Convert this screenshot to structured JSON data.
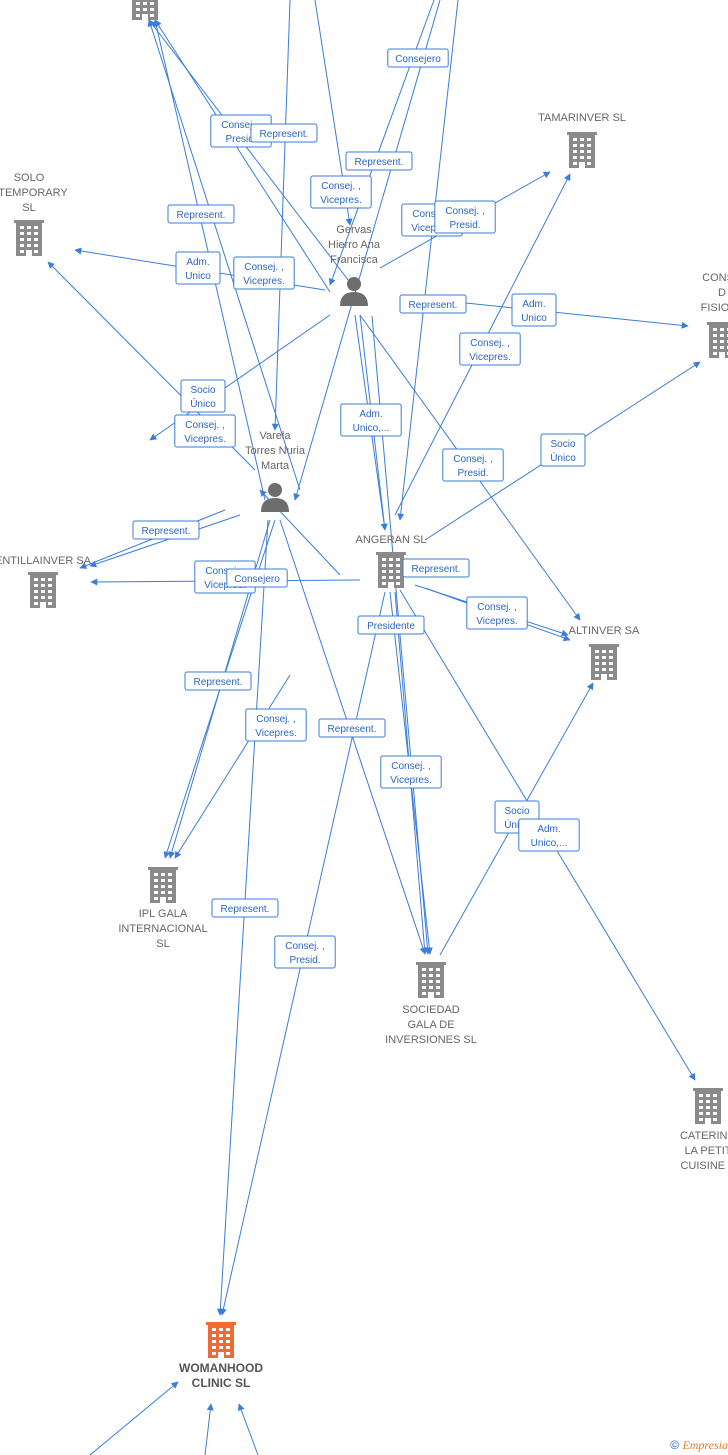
{
  "colors": {
    "edge": "#3b7dd8",
    "company": "#8a8a8a",
    "focus_company": "#f06a35",
    "person": "#6d6d6d"
  },
  "nodes": [
    {
      "id": "top",
      "type": "company",
      "name": []
    },
    {
      "id": "solo",
      "type": "company",
      "name": [
        "SOLO",
        "NTEMPORARY",
        "SL"
      ]
    },
    {
      "id": "tamarinver",
      "type": "company",
      "name": [
        "TAMARINVER SL"
      ]
    },
    {
      "id": "consu",
      "type": "company",
      "name": [
        "CONSU",
        "D",
        "FISIOTE"
      ]
    },
    {
      "id": "gervas",
      "type": "person",
      "name": [
        "Gervas",
        "Hierro Ana",
        "Francisca"
      ]
    },
    {
      "id": "varela",
      "type": "person",
      "name": [
        "Varela",
        "Torres Nuria",
        "Marta"
      ]
    },
    {
      "id": "entillainver",
      "type": "company",
      "name": [
        "ENTILLAINVER SA"
      ]
    },
    {
      "id": "angeran",
      "type": "company",
      "name": [
        "ANGERAN SL"
      ]
    },
    {
      "id": "altinver",
      "type": "company",
      "name": [
        "ALTINVER SA"
      ]
    },
    {
      "id": "iplgala",
      "type": "company",
      "name": [
        "IPL GALA",
        "INTERNACIONAL",
        "SL"
      ]
    },
    {
      "id": "sociedad",
      "type": "company",
      "name": [
        "SOCIEDAD",
        "GALA DE",
        "INVERSIONES SL"
      ]
    },
    {
      "id": "catering",
      "type": "company",
      "name": [
        "CATERING",
        "LA PETIT",
        "CUISINE S"
      ]
    },
    {
      "id": "womanhood",
      "type": "company_focus",
      "name": [
        "WOMANHOOD",
        "CLINIC  SL"
      ]
    }
  ],
  "edge_labels": [
    [
      "Consejero"
    ],
    [
      "Consej. ,",
      "Presid."
    ],
    [
      "Represent."
    ],
    [
      "Represent."
    ],
    [
      "Consej. ,",
      "Vicepres."
    ],
    [
      "Consej. ,",
      "Vicepres."
    ],
    [
      "Consej. ,",
      "Presid."
    ],
    [
      "Represent."
    ],
    [
      "Adm.",
      "Unico"
    ],
    [
      "Consej. ,",
      "Vicepres."
    ],
    [
      "Represent."
    ],
    [
      "Adm.",
      "Unico"
    ],
    [
      "Consej. ,",
      "Vicepres."
    ],
    [
      "Socio",
      "Único"
    ],
    [
      "Consej. ,",
      "Vicepres."
    ],
    [
      "Adm.",
      "Unico,..."
    ],
    [
      "Socio",
      "Único"
    ],
    [
      "Consej. ,",
      "Presid."
    ],
    [
      "Represent."
    ],
    [
      "Consej. ,",
      "Vicepres."
    ],
    [
      "Consejero"
    ],
    [
      "Represent."
    ],
    [
      "Consej. ,",
      "Vicepres."
    ],
    [
      "Presidente"
    ],
    [
      "Represent."
    ],
    [
      "Consej. ,",
      "Vicepres."
    ],
    [
      "Represent."
    ],
    [
      "Consej. ,",
      "Vicepres."
    ],
    [
      "Socio",
      "Único"
    ],
    [
      "Adm.",
      "Unico,..."
    ],
    [
      "Represent."
    ],
    [
      "Consej. ,",
      "Presid."
    ]
  ],
  "footer": {
    "copyright": "©",
    "brand": "Empresia"
  }
}
